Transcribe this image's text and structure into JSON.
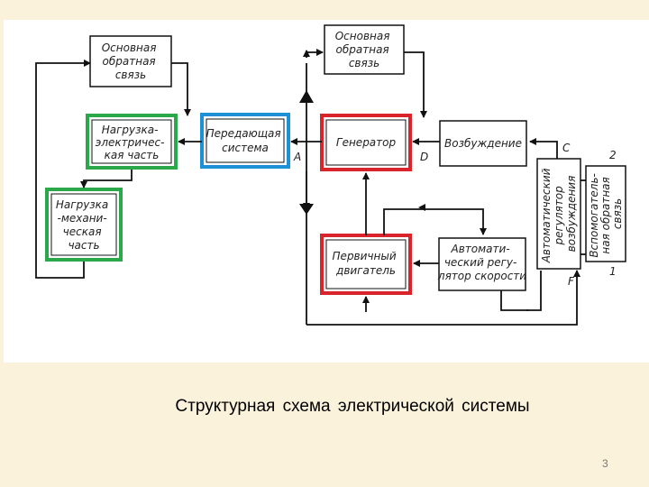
{
  "blocks": {
    "feedback_left": [
      "Основная",
      "обратная",
      "связь"
    ],
    "load_electric": [
      "Нагрузка-",
      "электричес-",
      "кая часть"
    ],
    "load_mechanical": [
      "Нагрузка",
      "-механи-",
      "ческая",
      "часть"
    ],
    "transmission": [
      "Передающая",
      "система"
    ],
    "feedback_right": [
      "Основная",
      "обратная",
      "связь"
    ],
    "generator": [
      "Генератор"
    ],
    "excitation": [
      "Возбуждение"
    ],
    "prime_mover": [
      "Первичный",
      "двигатель"
    ],
    "speed_regulator": [
      "Автомати-",
      "ческий регу-",
      "лятор скорости"
    ],
    "excitation_regulator": [
      "Автоматический",
      "регулятор",
      "возбуждения"
    ],
    "aux_feedback": [
      "Вспомогатель-",
      "ная обратная",
      "связь"
    ]
  },
  "points": {
    "A": "A",
    "C": "C",
    "D": "D",
    "F": "F",
    "n1": "1",
    "n2": "2"
  },
  "colors": {
    "green": "#2aa84a",
    "blue": "#1e90d8",
    "red": "#d9242b"
  },
  "caption": "Структурная схема электрической системы",
  "page_number": "3"
}
